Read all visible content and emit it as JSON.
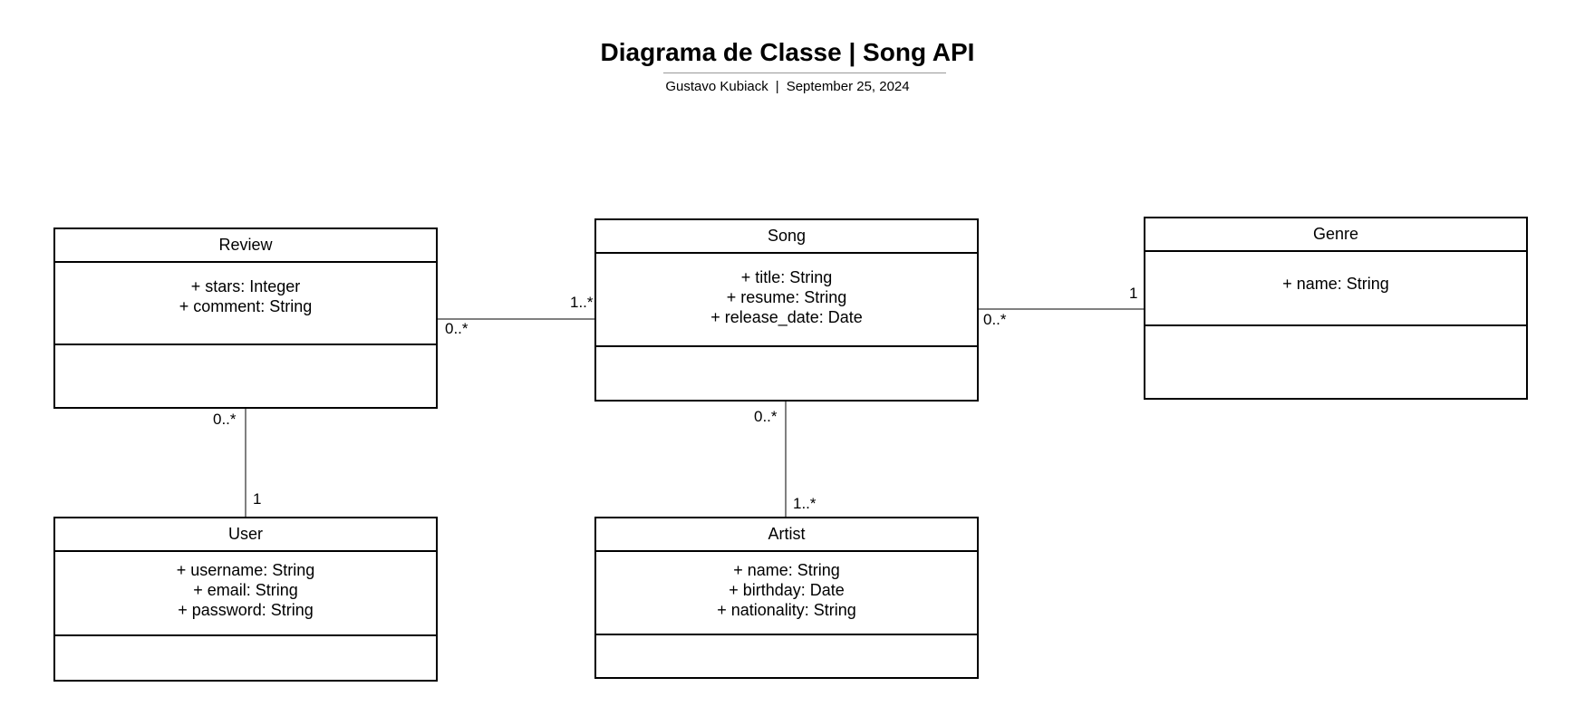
{
  "header": {
    "title": "Diagrama de Classe | Song API",
    "author": "Gustavo Kubiack",
    "separator": "|",
    "date": "September 25, 2024"
  },
  "classes": {
    "review": {
      "name": "Review",
      "attributes": [
        "+ stars: Integer",
        "+ comment: String"
      ]
    },
    "song": {
      "name": "Song",
      "attributes": [
        "+ title: String",
        "+ resume: String",
        "+ release_date: Date"
      ]
    },
    "genre": {
      "name": "Genre",
      "attributes": [
        "+ name: String"
      ]
    },
    "user": {
      "name": "User",
      "attributes": [
        "+ username: String",
        "+ email: String",
        "+ password: String"
      ]
    },
    "artist": {
      "name": "Artist",
      "attributes": [
        "+ name: String",
        "+ birthday: Date",
        "+ nationality: String"
      ]
    }
  },
  "associations": {
    "review_song": {
      "review_end": "0..*",
      "song_end": "1..*"
    },
    "song_genre": {
      "song_end": "0..*",
      "genre_end": "1"
    },
    "review_user": {
      "review_end": "0..*",
      "user_end": "1"
    },
    "song_artist": {
      "song_end": "0..*",
      "artist_end": "1..*"
    }
  }
}
